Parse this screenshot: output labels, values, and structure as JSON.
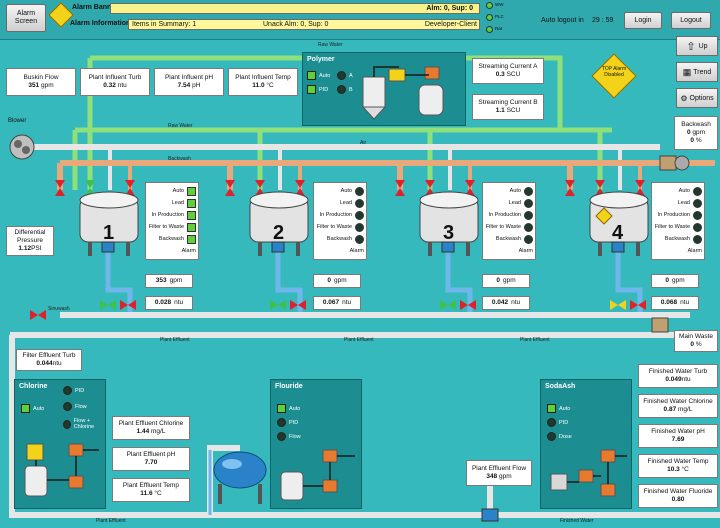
{
  "header": {
    "alarm_screen_button": "Alarm Screen",
    "alarm_banner_label": "Alarm Banner",
    "alarm_info_label": "Alarm Information",
    "alm_sup_1": "Alm: 0, Sup: 0",
    "items_in_summary": "Items in Summary: 1",
    "unack_alarm": "Unack Alm: 0, Sup: 0",
    "developer_client": "Developer-Client",
    "auto_logout_label": "Auto logout in",
    "auto_logout_time": "29 : 59",
    "login_button": "Login",
    "logout_button": "Logout",
    "status_lights": [
      "WW",
      "PLC",
      "Rat"
    ]
  },
  "side_buttons": {
    "up": "Up",
    "trend": "Trend",
    "options": "Options"
  },
  "top_readouts": [
    {
      "label": "Buskin Flow",
      "value": "351",
      "unit": "gpm"
    },
    {
      "label": "Plant Influent Turb",
      "value": "0.32",
      "unit": "ntu"
    },
    {
      "label": "Plant Influent pH",
      "value": "7.54",
      "unit": "pH"
    },
    {
      "label": "Plant Influent Temp",
      "value": "11.0",
      "unit": "°C"
    }
  ],
  "polymer": {
    "title": "Polymer",
    "auto": "Auto",
    "pid": "PID",
    "a": "A",
    "b": "B"
  },
  "streaming": [
    {
      "label": "Streaming Current A",
      "value": "0.3",
      "unit": "SCU"
    },
    {
      "label": "Streaming Current B",
      "value": "1.1",
      "unit": "SCU"
    }
  ],
  "alarm_disabled": "TOP Alarm Disabled",
  "backwash_box": {
    "label": "Backwash",
    "value": "0",
    "unit": "gpm",
    "pct": "0",
    "pct_unit": "%"
  },
  "blower_label": "Blower",
  "pipe_labels": {
    "raw_water_top": "Raw Water",
    "raw_water": "Raw Water",
    "air": "Air",
    "backwash": "Backwash",
    "sinuwash": "Sinuwash",
    "plant_effluent": "Plant Effluent",
    "finished_water": "Finished Water"
  },
  "differential_pressure": {
    "label": "Differential Pressure",
    "value": "1.12",
    "unit": "PSI"
  },
  "status_labels": [
    "Auto",
    "Lead",
    "In Production",
    "Filter to Waste",
    "Backwash",
    "Alarm"
  ],
  "filters": [
    {
      "num": "1",
      "flow": "353",
      "flow_unit": "gpm",
      "turb": "0.028",
      "turb_unit": "ntu"
    },
    {
      "num": "2",
      "flow": "0",
      "flow_unit": "gpm",
      "turb": "0.067",
      "turb_unit": "ntu"
    },
    {
      "num": "3",
      "flow": "0",
      "flow_unit": "gpm",
      "turb": "0.042",
      "turb_unit": "ntu"
    },
    {
      "num": "4",
      "flow": "0",
      "flow_unit": "gpm",
      "turb": "0.068",
      "turb_unit": "ntu"
    }
  ],
  "main_waste": {
    "label": "Main Waste",
    "value": "0",
    "unit": "%"
  },
  "filter_effluent_turb": {
    "label": "Filter Effluent Turb",
    "value": "0.044",
    "unit": "ntu"
  },
  "chlorine": {
    "title": "Chlorine",
    "auto": "Auto",
    "pid": "PID",
    "flow": "Flow",
    "flow_chlorine": "Flow + Chlorine"
  },
  "plant_effluent_readouts": [
    {
      "label": "Plant Effluent Chlorine",
      "value": "1.44",
      "unit": "mg/L"
    },
    {
      "label": "Plant Effluent pH",
      "value": "7.70",
      "unit": ""
    },
    {
      "label": "Plant Effluent Temp",
      "value": "11.6",
      "unit": "°C"
    }
  ],
  "fluoride": {
    "title": "Flouride",
    "auto": "Auto",
    "pid": "PID",
    "flow": "Flow"
  },
  "plant_effluent_flow": {
    "label": "Plant Effluent Flow",
    "value": "348",
    "unit": "gpm"
  },
  "sodaash": {
    "title": "SodaAsh",
    "auto": "Auto",
    "pid": "PID",
    "dose": "Dose"
  },
  "finished_readouts": [
    {
      "label": "Finished Water Turb",
      "value": "0.049",
      "unit": "ntu"
    },
    {
      "label": "Finished Water Chlorine",
      "value": "0.87",
      "unit": "mg/L"
    },
    {
      "label": "Finished Water pH",
      "value": "7.69",
      "unit": ""
    },
    {
      "label": "Finished Water Temp",
      "value": "10.3",
      "unit": "°C"
    },
    {
      "label": "Finished Water Fluoride",
      "value": "0.80",
      "unit": ""
    }
  ],
  "colors": {
    "background": "#35b9bd",
    "raw_water_pipe": "#8fe07a",
    "air_pipe": "#d9d9d9",
    "backwash_pipe": "#e9a87a",
    "effluent_pipe": "#6fb7ea",
    "valve_red": "#e0202a",
    "valve_green": "#3cc24a",
    "banner_yellow": "#f7f28a"
  }
}
